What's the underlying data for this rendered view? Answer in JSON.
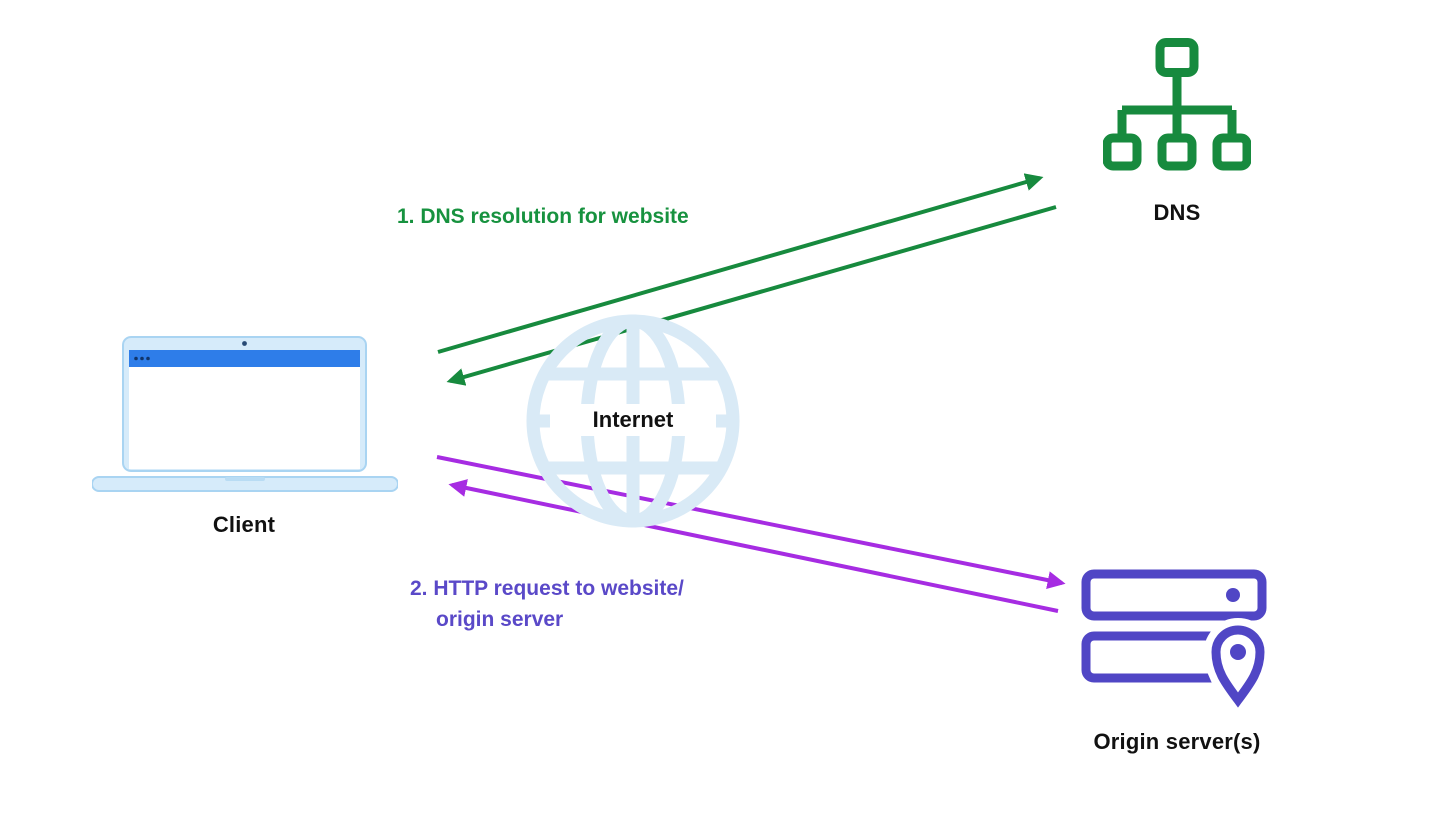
{
  "labels": {
    "client": "Client",
    "dns": "DNS",
    "internet": "Internet",
    "origin": "Origin server(s)"
  },
  "annotations": {
    "step1": "1. DNS resolution for website",
    "step2_line1": "2. HTTP request to website/",
    "step2_line2": "origin server"
  },
  "icons": {
    "client": "laptop-browser-icon",
    "dns": "sitemap-icon",
    "internet": "globe-icon",
    "origin": "server-location-icon"
  },
  "colors": {
    "green": "#178a3e",
    "purple_arrow": "#a62ce2",
    "purple_text": "#5a49c8",
    "indigo": "#5046c5",
    "globe_blue": "#d9eaf6",
    "laptop_fill": "#d6ebfa",
    "laptop_bar": "#2e7de9",
    "label_text": "#111111"
  }
}
